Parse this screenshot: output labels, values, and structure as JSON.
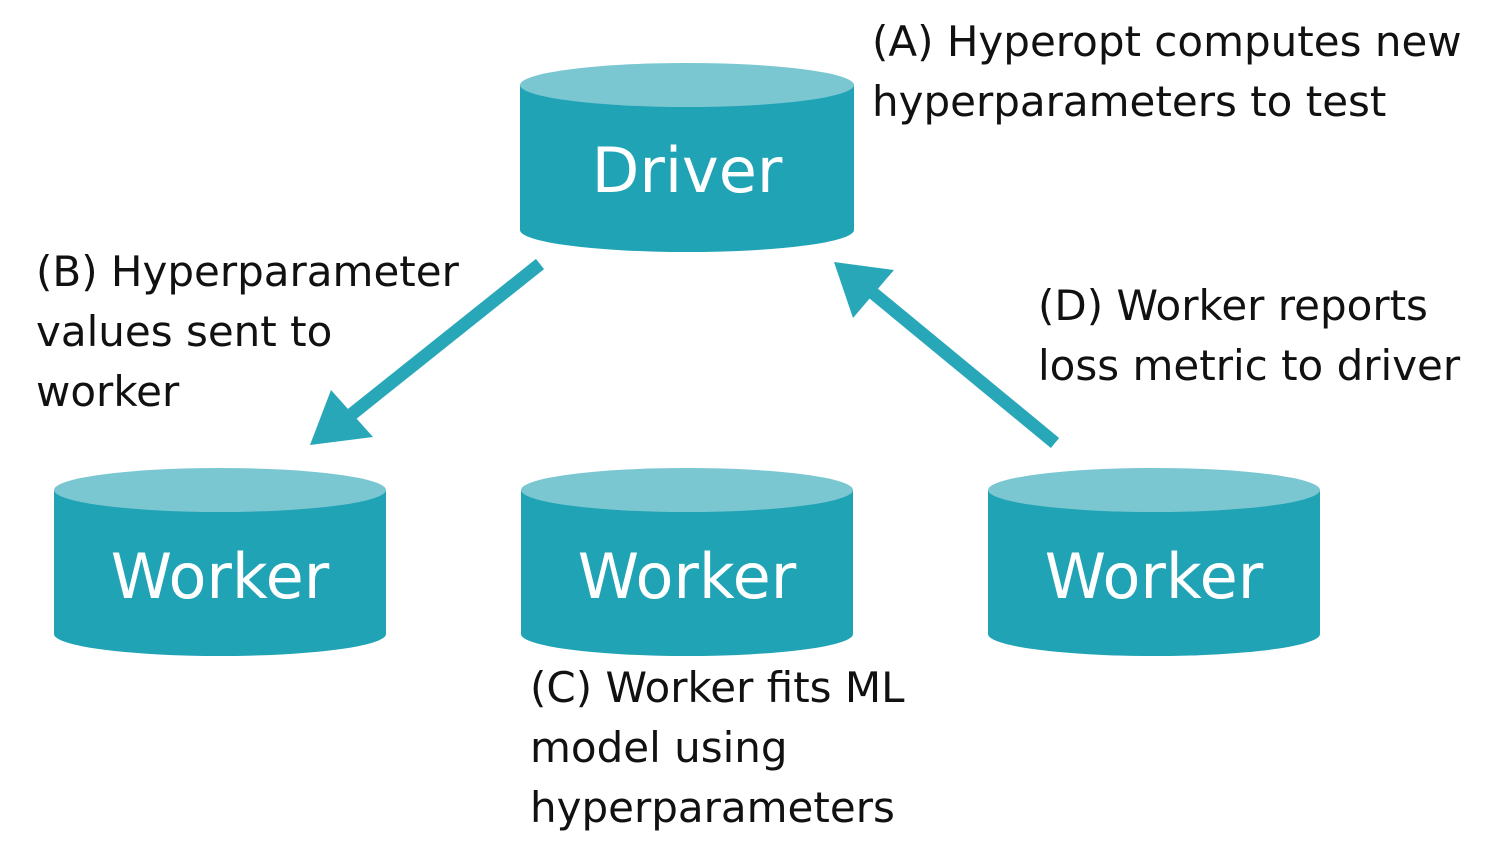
{
  "colors": {
    "cylinder_body": "#20a3b5",
    "cylinder_top": "#7ac7d2",
    "arrow": "#28a7b8",
    "text": "#111111",
    "node_text": "#ffffff"
  },
  "nodes": {
    "driver": {
      "label": "Driver"
    },
    "worker_left": {
      "label": "Worker"
    },
    "worker_center": {
      "label": "Worker"
    },
    "worker_right": {
      "label": "Worker"
    }
  },
  "annotations": {
    "a": {
      "lines": [
        "(A) Hyperopt computes new",
        "hyperparameters to test"
      ]
    },
    "b": {
      "lines": [
        "(B) Hyperparameter",
        "values sent to",
        "worker"
      ]
    },
    "c": {
      "lines": [
        "(C) Worker fits ML",
        "model using",
        "hyperparameters"
      ]
    },
    "d": {
      "lines": [
        "(D) Worker reports",
        "loss metric to driver"
      ]
    }
  }
}
